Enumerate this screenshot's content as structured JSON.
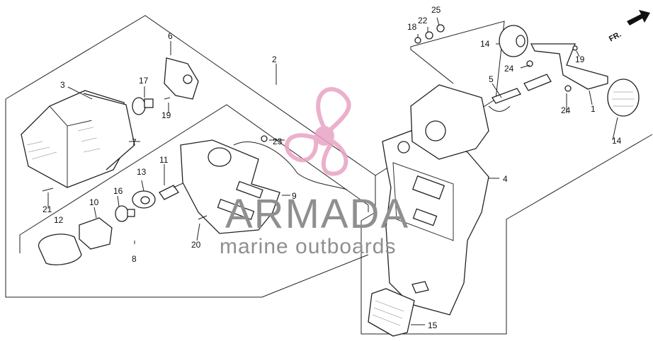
{
  "brand": {
    "name": "ARMADA",
    "tagline": "marine outboards",
    "colors": {
      "logo_pink": "#e8a3c4",
      "logo_gray": "#8f8f8f"
    }
  },
  "direction_label": "FR.",
  "callouts": [
    "1",
    "2",
    "3",
    "4",
    "5",
    "6",
    "7",
    "8",
    "9",
    "10",
    "11",
    "12",
    "13",
    "14",
    "14",
    "15",
    "16",
    "17",
    "18",
    "19",
    "19",
    "20",
    "21",
    "22",
    "23",
    "24",
    "24",
    "25"
  ]
}
